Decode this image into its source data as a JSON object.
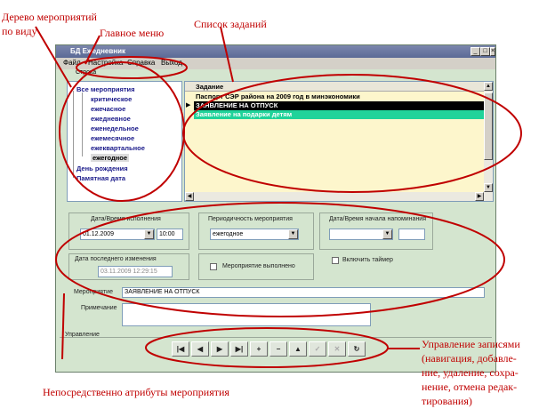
{
  "window": {
    "title": "БД Ежедневник",
    "buttons": {
      "minimize": "_",
      "maximize": "□",
      "close": "×"
    },
    "menu": [
      "Файл",
      "Настройка",
      "Справка",
      "Выход"
    ],
    "menu_stub": "Строка"
  },
  "tree": {
    "root": "Все мероприятия",
    "children": [
      "критическое",
      "ежечасное",
      "ежедневное",
      "еженедельное",
      "ежемесячное",
      "ежеквартальное",
      "ежегодное"
    ],
    "selected_child": "ежегодное",
    "others": [
      "День рождения",
      "Памятная дата"
    ]
  },
  "grid": {
    "header": "Задание",
    "rows": [
      {
        "text": "Паспорт СЭР района на 2009 год в минэкономики",
        "state": "normal"
      },
      {
        "text": "ЗАЯВЛЕНИЕ НА ОТПУСК",
        "state": "selected"
      },
      {
        "text": "Заявление на подарки детям",
        "state": "highlight"
      }
    ],
    "row_pointer": "▶",
    "colors": {
      "background": "#fdf6cc",
      "selected": "#000000",
      "highlight": "#20d39a"
    }
  },
  "form": {
    "exec_group_label": "Дата/Время исполнения",
    "exec_date": "01.12.2009",
    "exec_time": "10:00",
    "last_change_label": "Дата последнего изменения",
    "last_change_value": "03.11.2009 12:29:15",
    "periodicity_label": "Периодичность мероприятия",
    "periodicity_value": "ежегодное",
    "done_label": "Мероприятие выполнено",
    "reminder_label": "Дата/Время начала напоминания",
    "reminder_date": "",
    "reminder_time": "",
    "timer_label": "Включить таймер",
    "event_label": "Мероприятие",
    "event_value": "ЗАЯВЛЕНИЕ НА ОТПУСК",
    "note_label": "Примечание",
    "note_value": ""
  },
  "control": {
    "label": "Управление",
    "buttons": [
      {
        "name": "first-record-button",
        "glyph": "|◀"
      },
      {
        "name": "prior-record-button",
        "glyph": "◀"
      },
      {
        "name": "next-record-button",
        "glyph": "▶"
      },
      {
        "name": "last-record-button",
        "glyph": "▶|"
      },
      {
        "name": "add-record-button",
        "glyph": "+"
      },
      {
        "name": "delete-record-button",
        "glyph": "−"
      },
      {
        "name": "edit-record-button",
        "glyph": "▲"
      },
      {
        "name": "post-record-button",
        "glyph": "✓"
      },
      {
        "name": "cancel-edit-button",
        "glyph": "✕"
      },
      {
        "name": "refresh-button",
        "glyph": "↻"
      }
    ]
  },
  "annotations": {
    "tree_line1": "Дерево мероприятий",
    "tree_line2": "по виду",
    "main_menu": "Главное меню",
    "task_list": "Список заданий",
    "attributes": "Непосредственно атрибуты мероприятия",
    "records_lines": [
      "Управление записями",
      "(навигация, добавле-",
      "ние, удаление, сохра-",
      "нение, отмена редак-",
      "тирования)"
    ],
    "color": "#c00000"
  }
}
